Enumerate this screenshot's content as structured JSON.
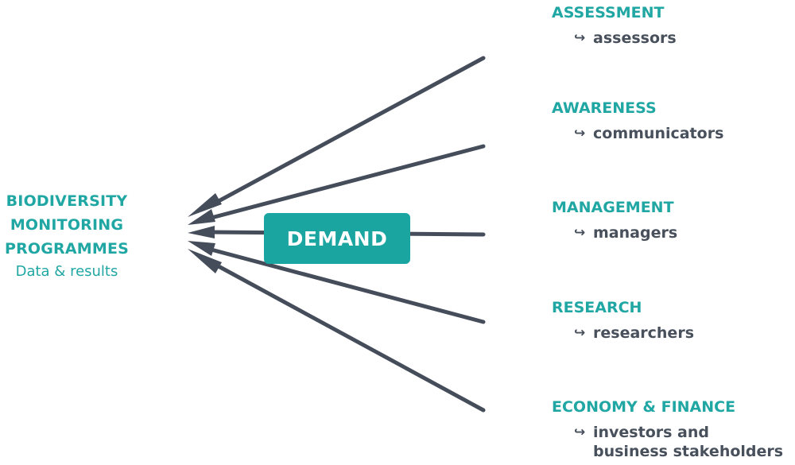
{
  "source": {
    "title": "BIODIVERSITY\nMONITORING\nPROGRAMMES",
    "subtitle": "Data & results"
  },
  "center": {
    "label": "DEMAND"
  },
  "categories": [
    {
      "title": "ASSESSMENT",
      "actor": "assessors"
    },
    {
      "title": "AWARENESS",
      "actor": "communicators"
    },
    {
      "title": "MANAGEMENT",
      "actor": "managers"
    },
    {
      "title": "RESEARCH",
      "actor": "researchers"
    },
    {
      "title": "ECONOMY & FINANCE",
      "actor": "investors and\nbusiness stakeholders"
    }
  ],
  "symbols": {
    "actor_arrow": "↪"
  },
  "colors": {
    "accent": "#1aa5a0",
    "arrow": "#454d5b",
    "actor_text": "#48505c"
  }
}
